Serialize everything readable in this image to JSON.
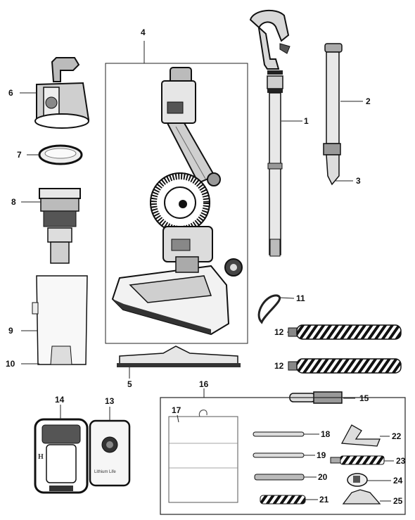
{
  "labels": {
    "p1": "1",
    "p2": "2",
    "p3": "3",
    "p4": "4",
    "p5": "5",
    "p6": "6",
    "p7": "7",
    "p8": "8",
    "p9": "9",
    "p10": "10",
    "p11": "11",
    "p12a": "12",
    "p12b": "12",
    "p13": "13",
    "p14": "14",
    "p15": "15",
    "p16": "16",
    "p17": "17",
    "p18": "18",
    "p19": "19",
    "p20": "20",
    "p21": "21",
    "p22": "22",
    "p23": "23",
    "p24": "24",
    "p25": "25"
  },
  "battery_text": "Lithium Life",
  "charger_logo": "H",
  "colors": {
    "ink": "#111111",
    "mid": "#7a7a7a",
    "light": "#d6d6d6",
    "paper": "#ffffff"
  }
}
